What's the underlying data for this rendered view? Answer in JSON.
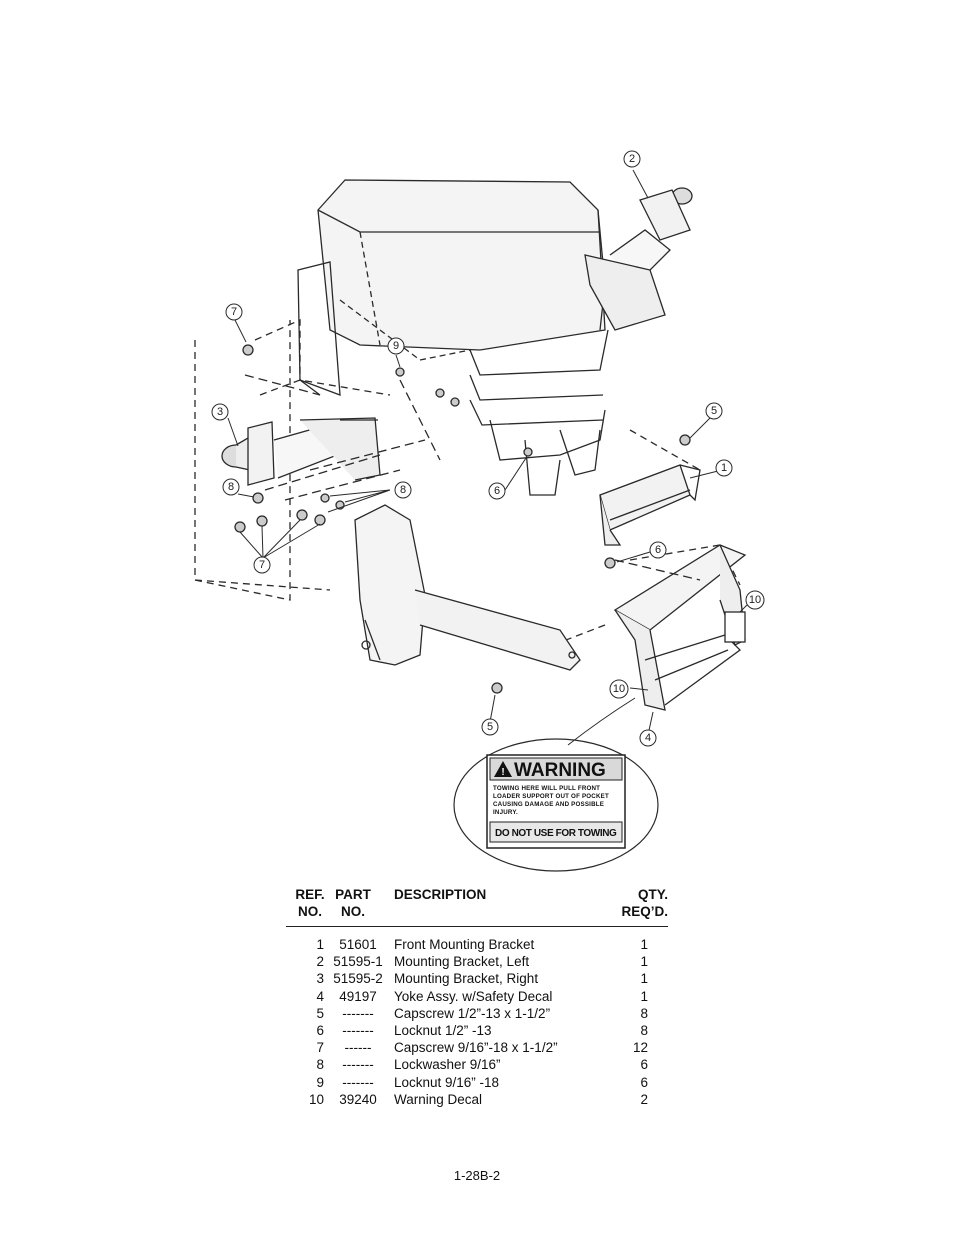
{
  "figure": {
    "callouts": [
      "1",
      "2",
      "3",
      "4",
      "5",
      "5",
      "6",
      "6",
      "7",
      "7",
      "8",
      "8",
      "9",
      "10",
      "10"
    ],
    "decal": {
      "title": "WARNING",
      "lines": [
        "TOWING HERE WILL PULL FRONT",
        "LOADER SUPPORT OUT OF POCKET",
        "CAUSING DAMAGE AND POSSIBLE",
        "INJURY."
      ],
      "footer": "DO NOT USE FOR TOWING"
    }
  },
  "table": {
    "headers": {
      "ref": [
        "REF.",
        "NO."
      ],
      "part": [
        "PART",
        "NO."
      ],
      "description": "DESCRIPTION",
      "qty": [
        "QTY.",
        "REQ’D."
      ]
    },
    "rows": [
      {
        "ref": "1",
        "part": "51601",
        "description": "Front Mounting Bracket",
        "qty": "1"
      },
      {
        "ref": "2",
        "part": "51595-1",
        "description": "Mounting Bracket, Left",
        "qty": "1"
      },
      {
        "ref": "3",
        "part": "51595-2",
        "description": "Mounting Bracket, Right",
        "qty": "1"
      },
      {
        "ref": "4",
        "part": "49197",
        "description": "Yoke Assy. w/Safety Decal",
        "qty": "1"
      },
      {
        "ref": "5",
        "part": "-------",
        "description": "Capscrew 1/2”-13 x 1-1/2”",
        "qty": "8"
      },
      {
        "ref": "6",
        "part": "-------",
        "description": "Locknut 1/2” -13",
        "qty": "8"
      },
      {
        "ref": "7",
        "part": "------",
        "description": "Capscrew 9/16”-18 x 1-1/2”",
        "qty": "12"
      },
      {
        "ref": "8",
        "part": "-------",
        "description": "Lockwasher 9/16”",
        "qty": "6"
      },
      {
        "ref": "9",
        "part": "-------",
        "description": "Locknut 9/16” -18",
        "qty": "6"
      },
      {
        "ref": "10",
        "part": "39240",
        "description": "Warning Decal",
        "qty": "2"
      }
    ]
  },
  "page_number": "1-28B-2"
}
